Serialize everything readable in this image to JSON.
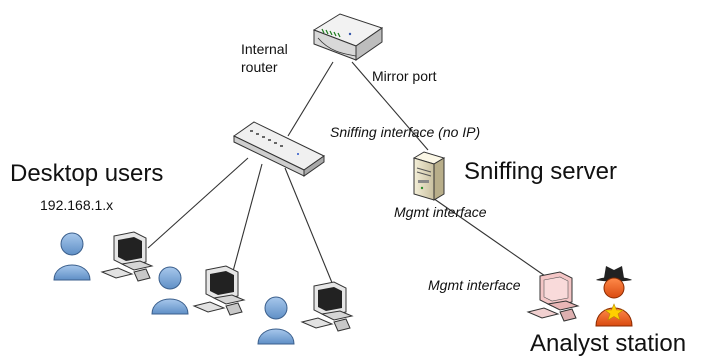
{
  "labels": {
    "internal_router": [
      "Internal",
      "router"
    ],
    "mirror_port": "Mirror port",
    "sniffing_interface": "Sniffing interface (no IP)",
    "sniffing_server": "Sniffing server",
    "mgmt_interface_server": "Mgmt interface",
    "desktop_users": "Desktop users",
    "desktop_subnet": "192.168.1.x",
    "mgmt_interface_station": "Mgmt interface",
    "analyst_station": "Analyst station"
  },
  "nodes": [
    {
      "id": "router",
      "icon": "router-icon"
    },
    {
      "id": "switch",
      "icon": "switch-icon"
    },
    {
      "id": "sniffing-server",
      "icon": "server-icon"
    },
    {
      "id": "workstation-1",
      "icon": "workstation-icon"
    },
    {
      "id": "workstation-2",
      "icon": "workstation-icon"
    },
    {
      "id": "workstation-3",
      "icon": "workstation-icon"
    },
    {
      "id": "analyst-workstation",
      "icon": "workstation-icon"
    },
    {
      "id": "user-1",
      "icon": "user-icon"
    },
    {
      "id": "user-2",
      "icon": "user-icon"
    },
    {
      "id": "user-3",
      "icon": "user-icon"
    },
    {
      "id": "analyst",
      "icon": "analyst-user-icon"
    }
  ],
  "links": [
    {
      "from": "router",
      "to": "switch"
    },
    {
      "from": "router",
      "to": "sniffing-server"
    },
    {
      "from": "switch",
      "to": "workstation-1"
    },
    {
      "from": "switch",
      "to": "workstation-2"
    },
    {
      "from": "switch",
      "to": "workstation-3"
    },
    {
      "from": "sniffing-server",
      "to": "analyst-workstation"
    }
  ],
  "colors": {
    "line": "#333333",
    "user_fill": "#7fa9d8",
    "user_stroke": "#3b5f8c",
    "analyst_fill": "#ee5a1e",
    "analyst_hat": "#222222",
    "analyst_star": "#ffd000",
    "analyst_monitor": "#f4c6c6"
  }
}
